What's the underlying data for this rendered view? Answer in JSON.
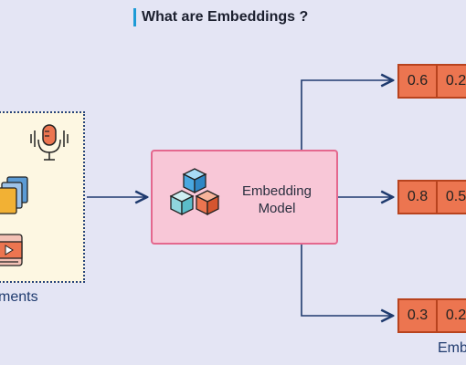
{
  "title": "What are Embeddings ?",
  "documents_label": "ments",
  "model_label_line1": "Embedding",
  "model_label_line2": "Model",
  "embeddings_label": "Emb",
  "vectors": [
    {
      "v1": "0.6",
      "v2": "0.2"
    },
    {
      "v1": "0.8",
      "v2": "0.5"
    },
    {
      "v1": "0.3",
      "v2": "0.2"
    }
  ],
  "colors": {
    "arrow": "#1e3a6e",
    "model_fill": "#f8c7d7",
    "vector_fill": "#ec7550",
    "title_accent": "#1d9bd6"
  }
}
